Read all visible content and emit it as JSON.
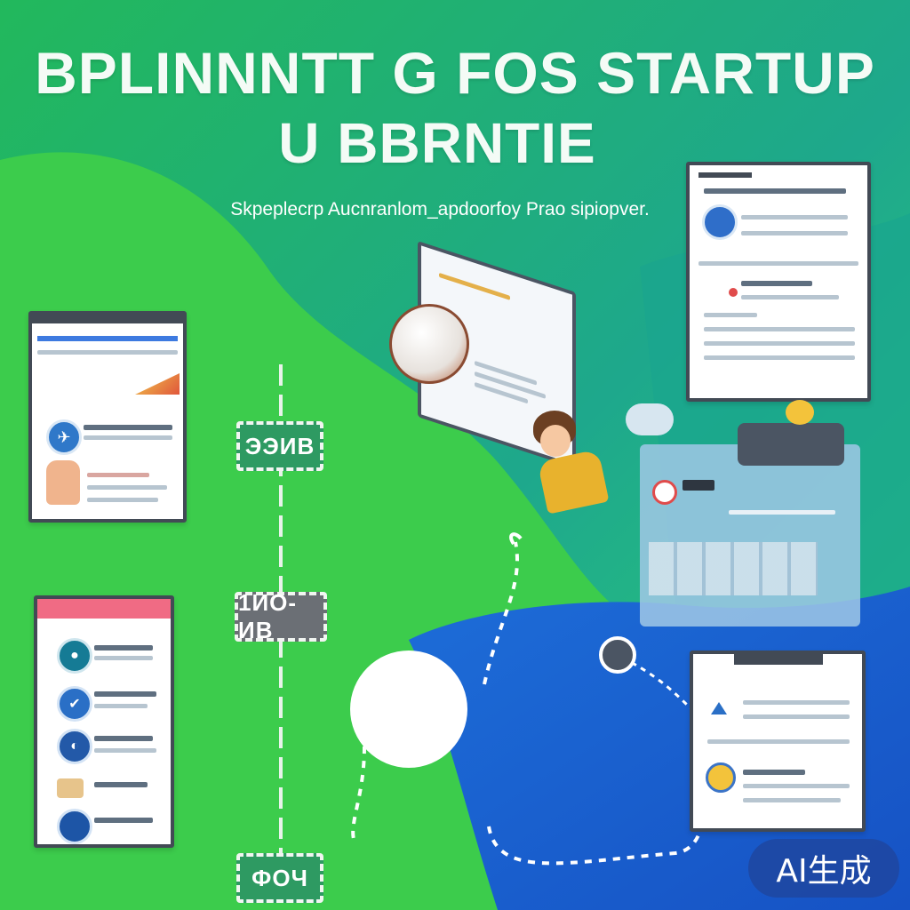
{
  "title": {
    "line1": "BPLINNNTT G FOS STARTUP",
    "line2": "U BBRNTIE"
  },
  "subtitle": "Skpeplecrp Aucnranlom_apdoorfoy Prao sipiopver.",
  "timeline": {
    "badges": [
      "ЭЭИВ",
      "1ИО-ИВ",
      "ФОЧ"
    ]
  },
  "watermark": "AI生成",
  "colors": {
    "green": "#39c94a",
    "teal": "#1aa58a",
    "blue": "#1f5fcf",
    "card_border": "#424a55",
    "badge_green": "#2e9a62",
    "badge_gray": "#6b6f75"
  },
  "icons": [
    "rocket-icon",
    "puzzle-icon",
    "shield-icon",
    "globe-icon",
    "chart-icon",
    "person-icon"
  ]
}
